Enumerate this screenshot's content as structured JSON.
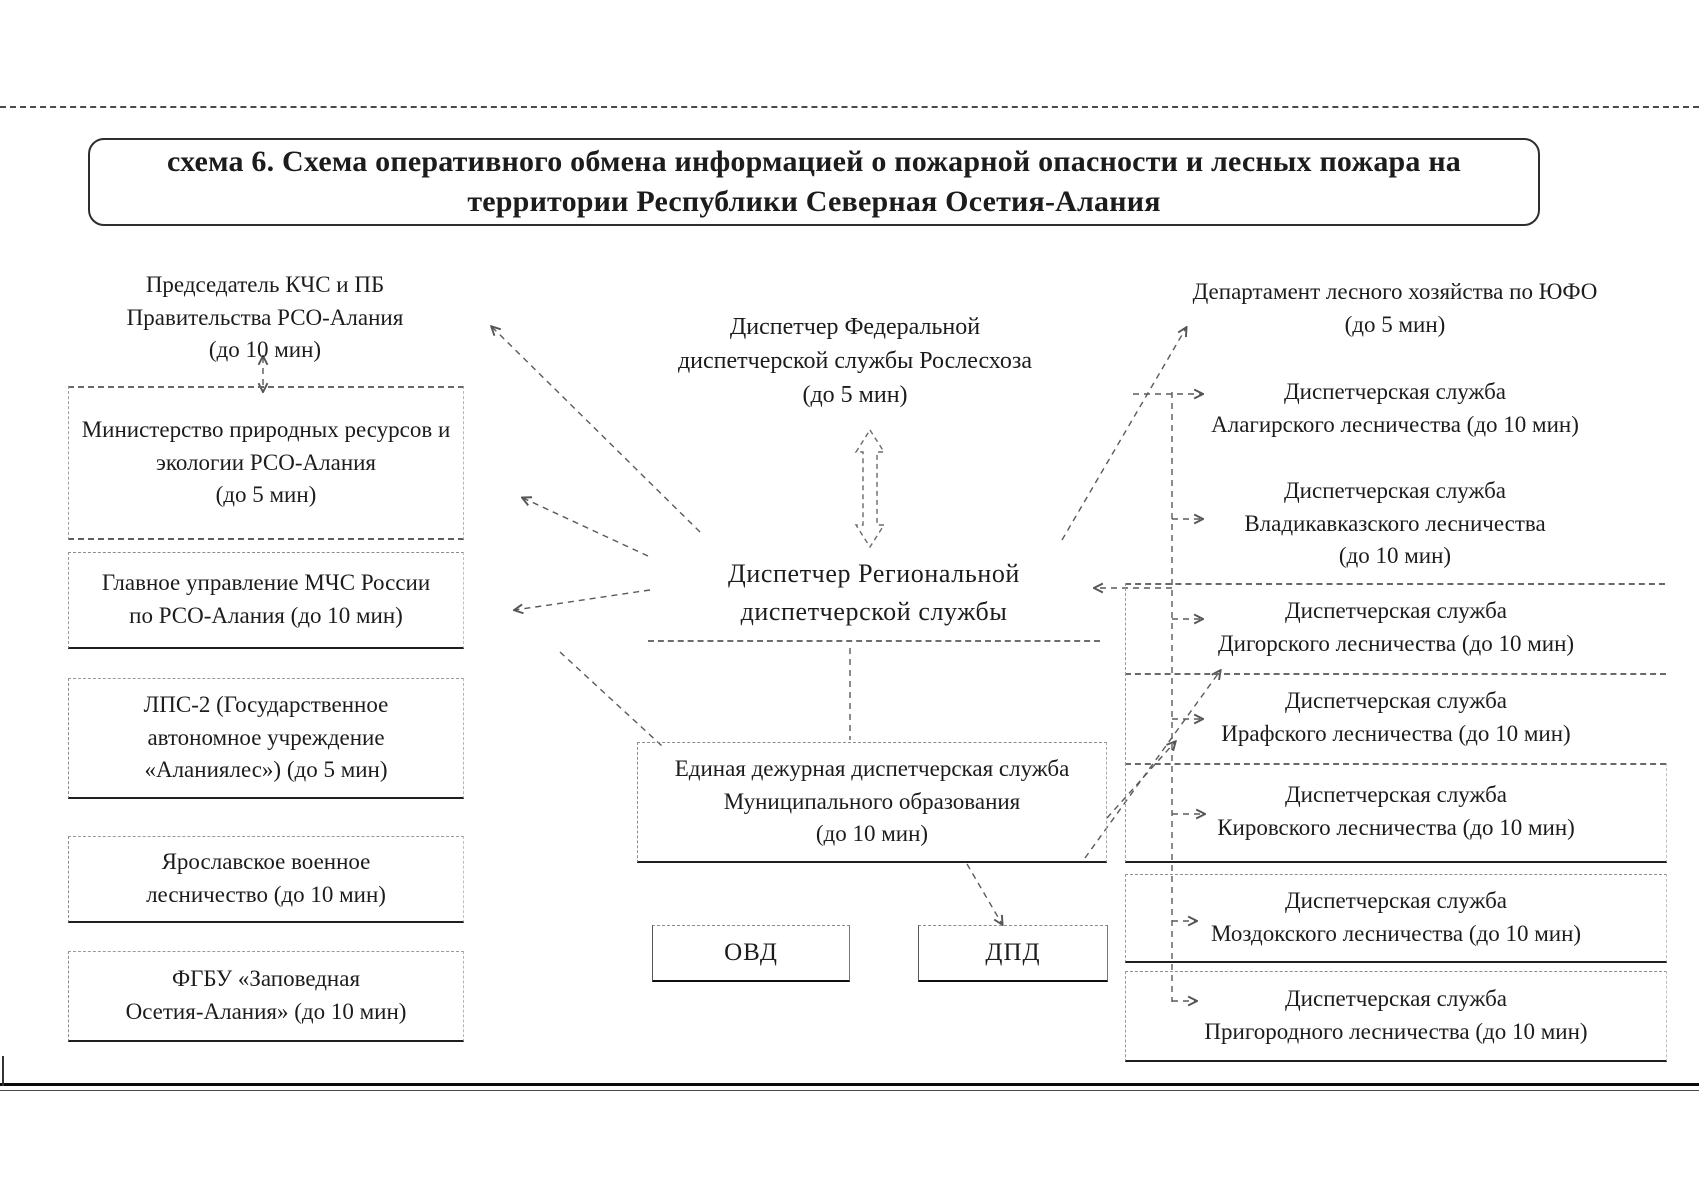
{
  "palette": {
    "ink": "#1c1c1c",
    "connector_line": "#5a5a5a",
    "border_dark": "#1f1f1f",
    "border_faint": "#8d8d8d",
    "background": "#ffffff"
  },
  "title": {
    "lines": [
      "схема 6. Схема оперативного обмена информацией о пожарной опасности и лесных пожара на",
      "территории Республики Северная Осетия-Алания"
    ]
  },
  "left_column": [
    {
      "name": "chairman-kchs",
      "lines": [
        "Председатель КЧС и ПБ",
        "Правительства РСО-Алания",
        "(до 10 мин)"
      ]
    },
    {
      "name": "ministry-natural-resources",
      "lines": [
        "Министерство природных ресурсов и",
        "экологии РСО-Алания",
        "(до 5 мин)"
      ]
    },
    {
      "name": "mchs-directorate",
      "lines": [
        "Главное управление МЧС России",
        "по РСО-Алания (до 10 мин)"
      ]
    },
    {
      "name": "lps2-alaniyales",
      "lines": [
        "ЛПС-2 (Государственное",
        "автономное учреждение",
        "«Аланиялес») (до 5 мин)"
      ]
    },
    {
      "name": "yaroslavskoe-military-forestry",
      "lines": [
        "Ярославское военное",
        "лесничество (до 10 мин)"
      ]
    },
    {
      "name": "fgbu-zapovednaya",
      "lines": [
        "ФГБУ «Заповедная",
        "Осетия-Алания» (до 10 мин)"
      ]
    }
  ],
  "center": {
    "federal": {
      "lines": [
        "Диспетчер Федеральной",
        "диспетчерской службы Рослесхоза",
        "(до 5 мин)"
      ]
    },
    "regional": {
      "lines": [
        "Диспетчер Региональной",
        "диспетчерской службы"
      ]
    },
    "unified": {
      "lines": [
        "Единая дежурная диспетчерская служба",
        "Муниципального образования",
        "(до 10 мин)"
      ]
    },
    "ovd": {
      "label": "ОВД"
    },
    "dpd": {
      "label": "ДПД"
    }
  },
  "right_column": [
    {
      "name": "forestry-department-yufo",
      "lines": [
        "Департамент лесного хозяйства по ЮФО",
        "(до 5 мин)"
      ]
    },
    {
      "name": "alagirsky-forestry",
      "lines": [
        "Диспетчерская служба",
        "Алагирского лесничества (до 10 мин)"
      ]
    },
    {
      "name": "vladikavkazsky-forestry",
      "lines": [
        "Диспетчерская служба",
        "Владикавказского лесничества",
        "(до 10 мин)"
      ]
    },
    {
      "name": "digorsky-forestry",
      "lines": [
        "Диспетчерская служба",
        "Дигорского лесничества (до 10 мин)"
      ]
    },
    {
      "name": "irafsky-forestry",
      "lines": [
        "Диспетчерская служба",
        "Ирафского лесничества (до 10 мин)"
      ]
    },
    {
      "name": "kirovsky-forestry",
      "lines": [
        "Диспетчерская служба",
        "Кировского лесничества (до 10 мин)"
      ]
    },
    {
      "name": "mozdoksky-forestry",
      "lines": [
        "Диспетчерская служба",
        "Моздокского лесничества (до 10 мин)"
      ]
    },
    {
      "name": "prigorodny-forestry",
      "lines": [
        "Диспетчерская служба",
        "Пригородного лесничества (до 10 мин)"
      ]
    }
  ]
}
